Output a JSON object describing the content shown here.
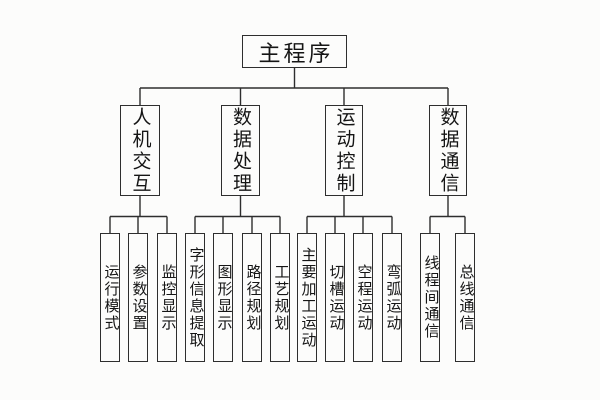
{
  "diagram": {
    "root": {
      "label": "主程序"
    },
    "groups": [
      {
        "label": "人机交互",
        "children": [
          {
            "label": "运行模式"
          },
          {
            "label": "参数设置"
          },
          {
            "label": "监控显示"
          }
        ]
      },
      {
        "label": "数据处理",
        "children": [
          {
            "label": "字形信息提取"
          },
          {
            "label": "图形显示"
          },
          {
            "label": "路径规划"
          },
          {
            "label": "工艺规划"
          }
        ]
      },
      {
        "label": "运动控制",
        "children": [
          {
            "label": "主要加工运动"
          },
          {
            "label": "切槽运动"
          },
          {
            "label": "空程运动"
          },
          {
            "label": "弯弧运动"
          }
        ]
      },
      {
        "label": "数据通信",
        "children": [
          {
            "label": "线程间通信"
          },
          {
            "label": "总线通信"
          }
        ]
      }
    ]
  },
  "colors": {
    "background": "#fcfcfb",
    "line": "#2e2e2e",
    "text": "#151515"
  }
}
